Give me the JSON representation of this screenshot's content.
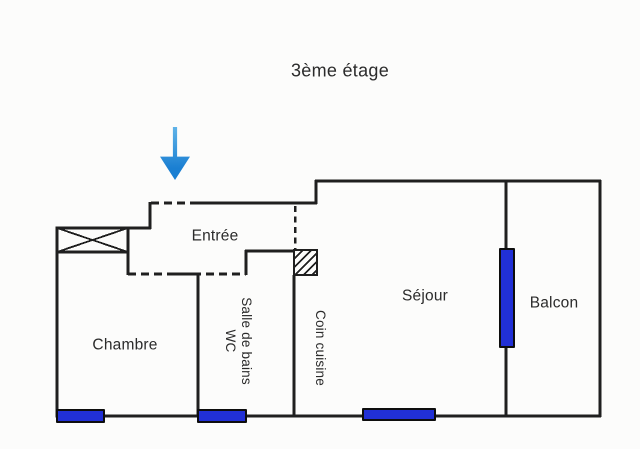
{
  "title": "3ème étage",
  "rooms": {
    "entree": {
      "label": "Entrée"
    },
    "chambre": {
      "label": "Chambre"
    },
    "salle_de_bains": {
      "label_line1": "Salle de bains",
      "label_line2": "WC"
    },
    "coin_cuisine": {
      "label": "Coin cuisine"
    },
    "sejour": {
      "label": "Séjour"
    },
    "balcon": {
      "label": "Balcon"
    }
  },
  "icons": {
    "entrance_arrow": "blue-down-arrow",
    "duct_box": "hatched-shaft-box",
    "closet_box": "crossed-closet-box"
  },
  "colors": {
    "wall": "#1f1f1f",
    "text": "#2b2b2b",
    "window_fill": "#2130d6",
    "arrow_light": "#5fb3e8",
    "arrow_dark": "#1a7fd2",
    "bg": "#fcfcfb"
  }
}
